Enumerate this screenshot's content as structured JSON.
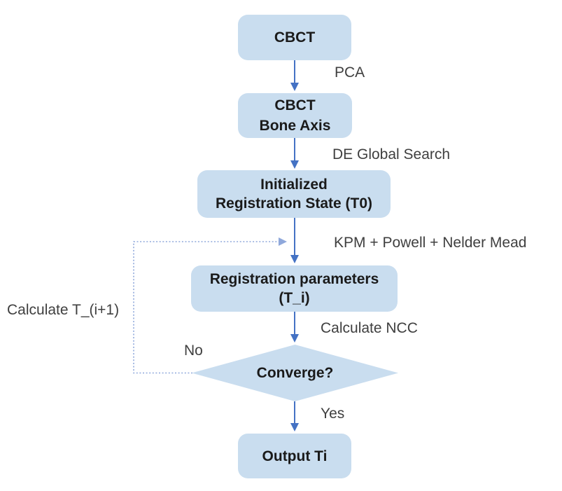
{
  "flowchart": {
    "nodes": {
      "cbct": "CBCT",
      "cbct_bone_axis": "CBCT\nBone Axis",
      "initialized_state": "Initialized\nRegistration State (T0)",
      "registration_parameters": "Registration parameters\n(T_i)",
      "converge": "Converge?",
      "output": "Output Ti"
    },
    "edge_labels": {
      "pca": "PCA",
      "de_global_search": "DE Global Search",
      "kpm_powell_nelder_mead": "KPM + Powell + Nelder Mead",
      "calculate_ncc": "Calculate NCC",
      "yes": "Yes",
      "no": "No",
      "calculate_t_next": "Calculate T_(i+1)"
    },
    "colors": {
      "node_fill": "#C9DDEF",
      "arrow": "#4472C4",
      "loop_arrow": "#8FA8DB",
      "node_text": "#1A1A1A",
      "label_text": "#3F3F3F"
    }
  }
}
